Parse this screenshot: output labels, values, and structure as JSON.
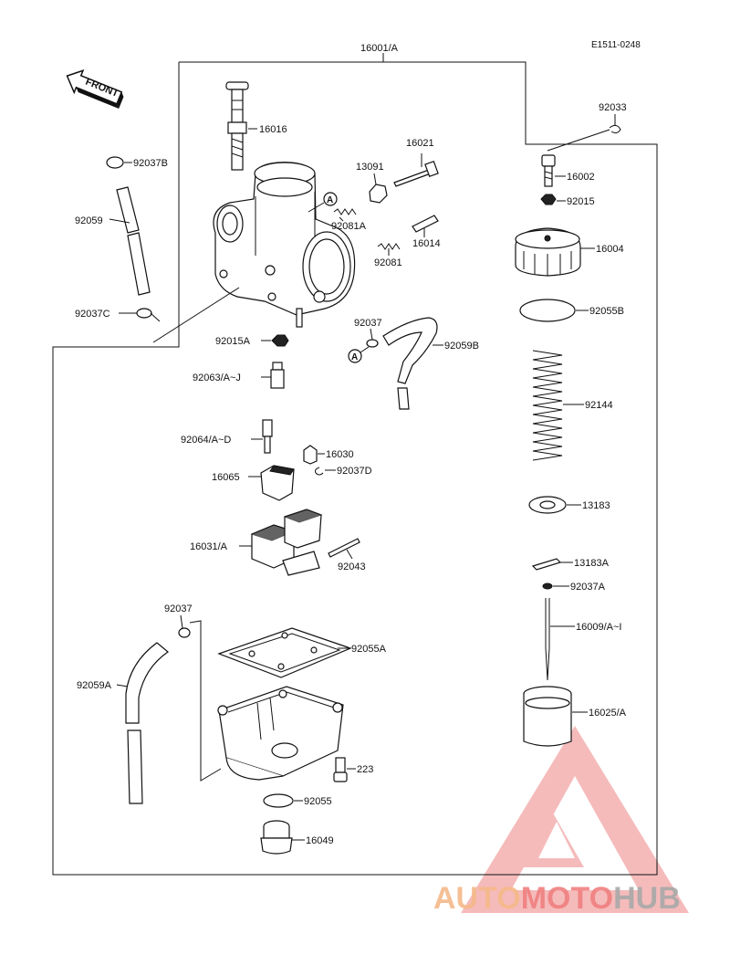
{
  "diagram_code": "E1511-0248",
  "front_label": "FRONT",
  "assembly_label": "16001/A",
  "parts": {
    "p16016": "16016",
    "p92037B": "92037B",
    "p92059": "92059",
    "p92037C": "92037C",
    "p16021": "16021",
    "p13091": "13091",
    "p92081A": "92081A",
    "p16014": "16014",
    "p92081": "92081",
    "p92033": "92033",
    "p16002": "16002",
    "p92015": "92015",
    "p16004": "16004",
    "p92055B": "92055B",
    "p92144": "92144",
    "p13183": "13183",
    "p13183A": "13183A",
    "p92037A": "92037A",
    "p16009": "16009/A~I",
    "p16025": "16025/A",
    "p92015A": "92015A",
    "p92063": "92063/A~J",
    "p92037_top": "92037",
    "p92059B": "92059B",
    "p92064": "92064/A~D",
    "p16030": "16030",
    "p92037D": "92037D",
    "p16065": "16065",
    "p16031": "16031/A",
    "p92043": "92043",
    "p92037_bot": "92037",
    "p92059A": "92059A",
    "p92055A": "92055A",
    "p223": "223",
    "p92055": "92055",
    "p16049": "16049"
  },
  "ref_marker": "A",
  "watermark": {
    "part1": "AUTO",
    "part2": "MOTO",
    "part3": "HUB",
    "color1": "#f5b98a",
    "color2": "#f08080",
    "color3": "#b0b0b0"
  }
}
